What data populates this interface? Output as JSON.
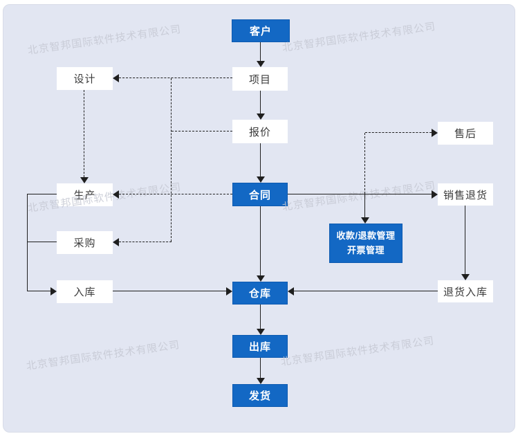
{
  "watermark": {
    "text": "北京智邦国际软件技术有限公司"
  },
  "colors": {
    "background": "#e2e6f2",
    "node_blue": "#1368c4",
    "node_blue_border": "#0d5ab0",
    "line": "#1f1f1f",
    "watermark": "#c5c8d3",
    "node_text": "#3b3b3b"
  },
  "diagram": {
    "nodes": {
      "customer": {
        "label": "客户"
      },
      "project": {
        "label": "项目"
      },
      "quote": {
        "label": "报价"
      },
      "contract": {
        "label": "合同"
      },
      "warehouse": {
        "label": "仓库"
      },
      "outbound": {
        "label": "出库"
      },
      "shipment": {
        "label": "发货"
      },
      "design": {
        "label": "设计"
      },
      "production": {
        "label": "生产"
      },
      "purchase": {
        "label": "采购"
      },
      "inbound": {
        "label": "入库"
      },
      "aftersales": {
        "label": "售后"
      },
      "sales_return": {
        "label": "销售退货"
      },
      "payment": {
        "label_line1": "收款/退款管理",
        "label_line2": "开票管理"
      },
      "return_inbound": {
        "label": "退货入库"
      }
    },
    "edges": [
      {
        "from": "customer",
        "to": "project",
        "style": "solid"
      },
      {
        "from": "project",
        "to": "quote",
        "style": "solid"
      },
      {
        "from": "quote",
        "to": "contract",
        "style": "solid"
      },
      {
        "from": "contract",
        "to": "warehouse",
        "style": "solid"
      },
      {
        "from": "warehouse",
        "to": "outbound",
        "style": "solid"
      },
      {
        "from": "outbound",
        "to": "shipment",
        "style": "solid"
      },
      {
        "from": "project",
        "to": "design",
        "style": "dashed"
      },
      {
        "from": "quote",
        "to": "design",
        "style": "dashed"
      },
      {
        "from": "design",
        "to": "production",
        "style": "dashed"
      },
      {
        "from": "contract",
        "to": "production",
        "style": "dashed"
      },
      {
        "from": "contract",
        "to": "purchase",
        "style": "dashed"
      },
      {
        "from": "production",
        "to": "inbound",
        "style": "solid"
      },
      {
        "from": "purchase",
        "to": "inbound",
        "style": "solid"
      },
      {
        "from": "inbound",
        "to": "warehouse",
        "style": "solid"
      },
      {
        "from": "contract",
        "to": "sales_return",
        "style": "solid"
      },
      {
        "from": "contract",
        "to": "aftersales",
        "style": "dashed"
      },
      {
        "from": "contract",
        "to": "payment",
        "style": "solid"
      },
      {
        "from": "sales_return",
        "to": "return_inbound",
        "style": "solid"
      },
      {
        "from": "return_inbound",
        "to": "warehouse",
        "style": "solid"
      }
    ]
  }
}
